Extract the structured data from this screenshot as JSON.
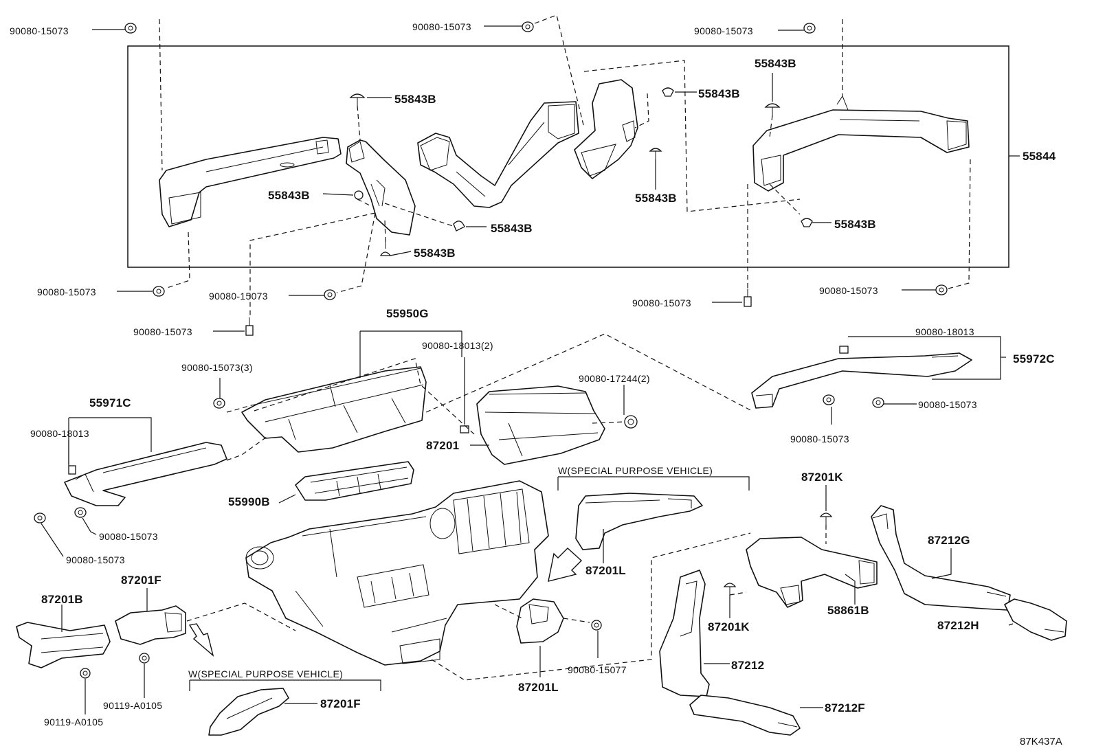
{
  "diagram": {
    "reference_code": "87K437A",
    "labels": {
      "l01": "90080-15073",
      "l02": "90080-15073",
      "l03": "90080-15073",
      "l04": "55843B",
      "l05": "55843B",
      "l06": "55843B",
      "l07": "55844",
      "l08": "55843B",
      "l09": "55843B",
      "l10": "55843B",
      "l11": "55843B",
      "l12": "55843B",
      "l13": "90080-15073",
      "l14": "90080-15073",
      "l15": "90080-15073",
      "l16": "90080-15073",
      "l17": "90080-15073",
      "l18": "55950G",
      "l19": "90080-18013(2)",
      "l20": "90080-15073(3)",
      "l21": "90080-17244(2)",
      "l22": "90080-18013",
      "l23": "55972C",
      "l24": "90080-15073",
      "l25": "90080-15073",
      "l26": "55971C",
      "l27": "90080-18013",
      "l28": "87201",
      "l29": "W(SPECIAL PURPOSE VEHICLE)",
      "l30": "87201K",
      "l31": "55990B",
      "l32": "90080-15073",
      "l33": "87212G",
      "l34": "90080-15073",
      "l35": "87201L",
      "l36": "87201F",
      "l37": "87201B",
      "l38": "58861B",
      "l39": "87201K",
      "l40": "87212H",
      "l41": "87212",
      "l42": "90080-15077",
      "l43": "W(SPECIAL PURPOSE VEHICLE)",
      "l44": "87201L",
      "l45": "87201F",
      "l46": "87212F",
      "l47": "90119-A0105",
      "l48": "90119-A0105"
    }
  }
}
